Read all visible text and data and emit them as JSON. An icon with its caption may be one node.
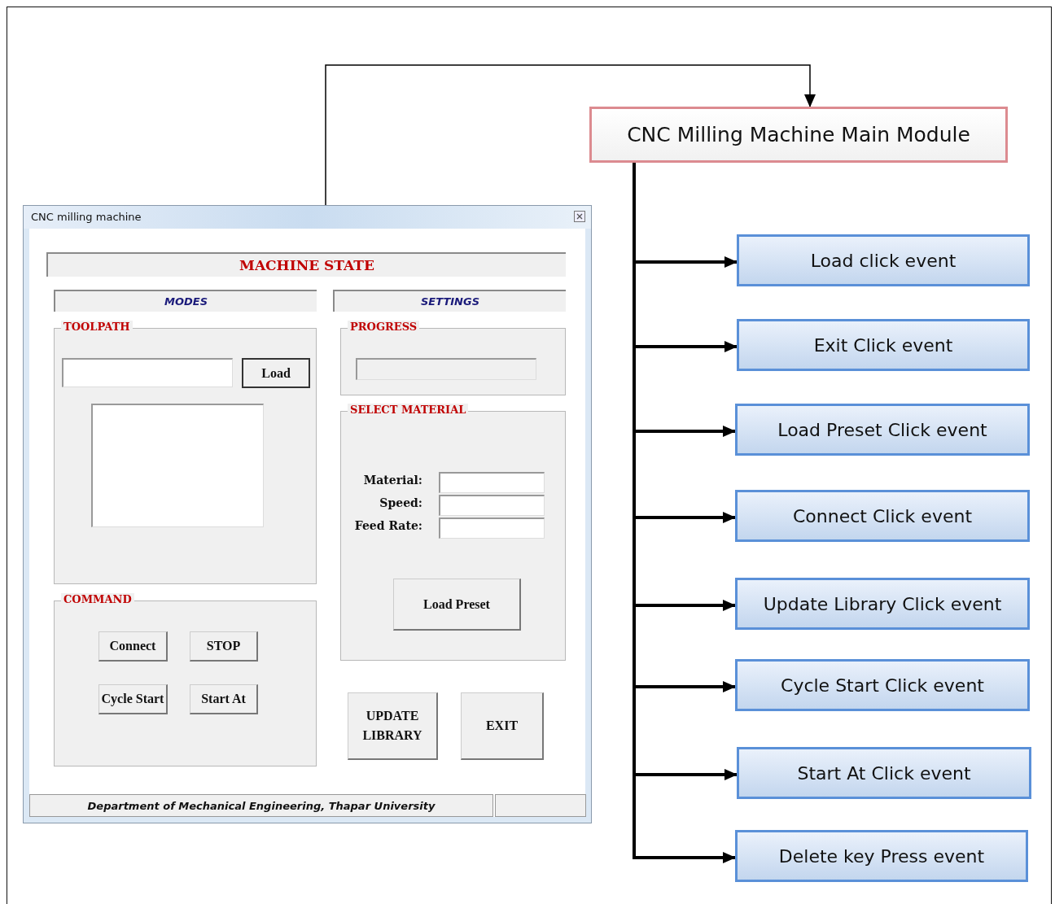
{
  "diagram": {
    "nodes": [
      {
        "text": [
          "CNC milling machine"
        ]
      },
      {
        "text": [
          "MACHINE STATE"
        ],
        "in": 0
      },
      {
        "text": [
          "MODES"
        ],
        "in": 0
      },
      {
        "text": [
          "SETTINGS"
        ],
        "in": 0
      },
      {
        "text": [
          "TOOLPATH"
        ],
        "in": 0
      },
      {
        "text": [],
        "shape": "box",
        "in": 4
      },
      {
        "text": [
          "Load"
        ],
        "in": 4
      },
      {
        "text": [],
        "shape": "box",
        "in": 4
      },
      {
        "text": [
          "PROGRESS"
        ],
        "in": 0
      },
      {
        "text": [],
        "shape": "bar",
        "in": 8
      },
      {
        "text": [
          "SELECT MATERIAL"
        ],
        "in": 0
      },
      {
        "text": [],
        "shape": "box",
        "in": 10
      },
      {
        "text": [],
        "shape": "box",
        "in": 10
      },
      {
        "text": [],
        "shape": "box",
        "in": 10
      },
      {
        "text": [
          "Load Preset"
        ],
        "in": 10
      },
      {
        "text": [
          "COMMAND"
        ],
        "in": 0
      },
      {
        "text": [
          "Connect"
        ],
        "in": 15
      },
      {
        "text": [
          "STOP"
        ],
        "in": 15
      },
      {
        "text": [
          "Cycle Start"
        ],
        "in": 15
      },
      {
        "text": [
          "Start At"
        ],
        "in": 15
      },
      {
        "text": [
          "UPDATE LIBRARY"
        ],
        "in": 0
      },
      {
        "text": [
          "EXIT"
        ],
        "in": 0
      },
      {
        "text": [
          "Department of Mechanical Engineering, Thapar University"
        ],
        "in": 0
      },
      {
        "text": [
          "CNC Milling Machine Main Module"
        ]
      },
      {
        "text": [
          "Load click event"
        ]
      },
      {
        "text": [
          "Exit Click event"
        ]
      },
      {
        "text": [
          "Load Preset Click event"
        ]
      },
      {
        "text": [
          "Connect Click event"
        ]
      },
      {
        "text": [
          "Update Library Click event"
        ]
      },
      {
        "text": [
          "Cycle Start Click event"
        ]
      },
      {
        "text": [
          "Start At Click event"
        ]
      },
      {
        "text": [
          "Delete key Press event"
        ]
      },
      {
        "text": [],
        "shape": "box",
        "in": 0
      }
    ],
    "edges": [
      {
        "from": 0,
        "to": 23,
        "arrow": "to"
      },
      {
        "from": 23,
        "to": 24,
        "arrow": "to"
      },
      {
        "from": 23,
        "to": 25,
        "arrow": "to"
      },
      {
        "from": 23,
        "to": 26,
        "arrow": "to"
      },
      {
        "from": 23,
        "to": 27,
        "arrow": "to"
      },
      {
        "from": 23,
        "to": 28,
        "arrow": "to"
      },
      {
        "from": 23,
        "to": 29,
        "arrow": "to"
      },
      {
        "from": 23,
        "to": 30,
        "arrow": "to"
      },
      {
        "from": 23,
        "to": 31,
        "arrow": "to"
      }
    ],
    "labels": [
      "Material:",
      "Speed:",
      "Feed Rate:"
    ]
  }
}
